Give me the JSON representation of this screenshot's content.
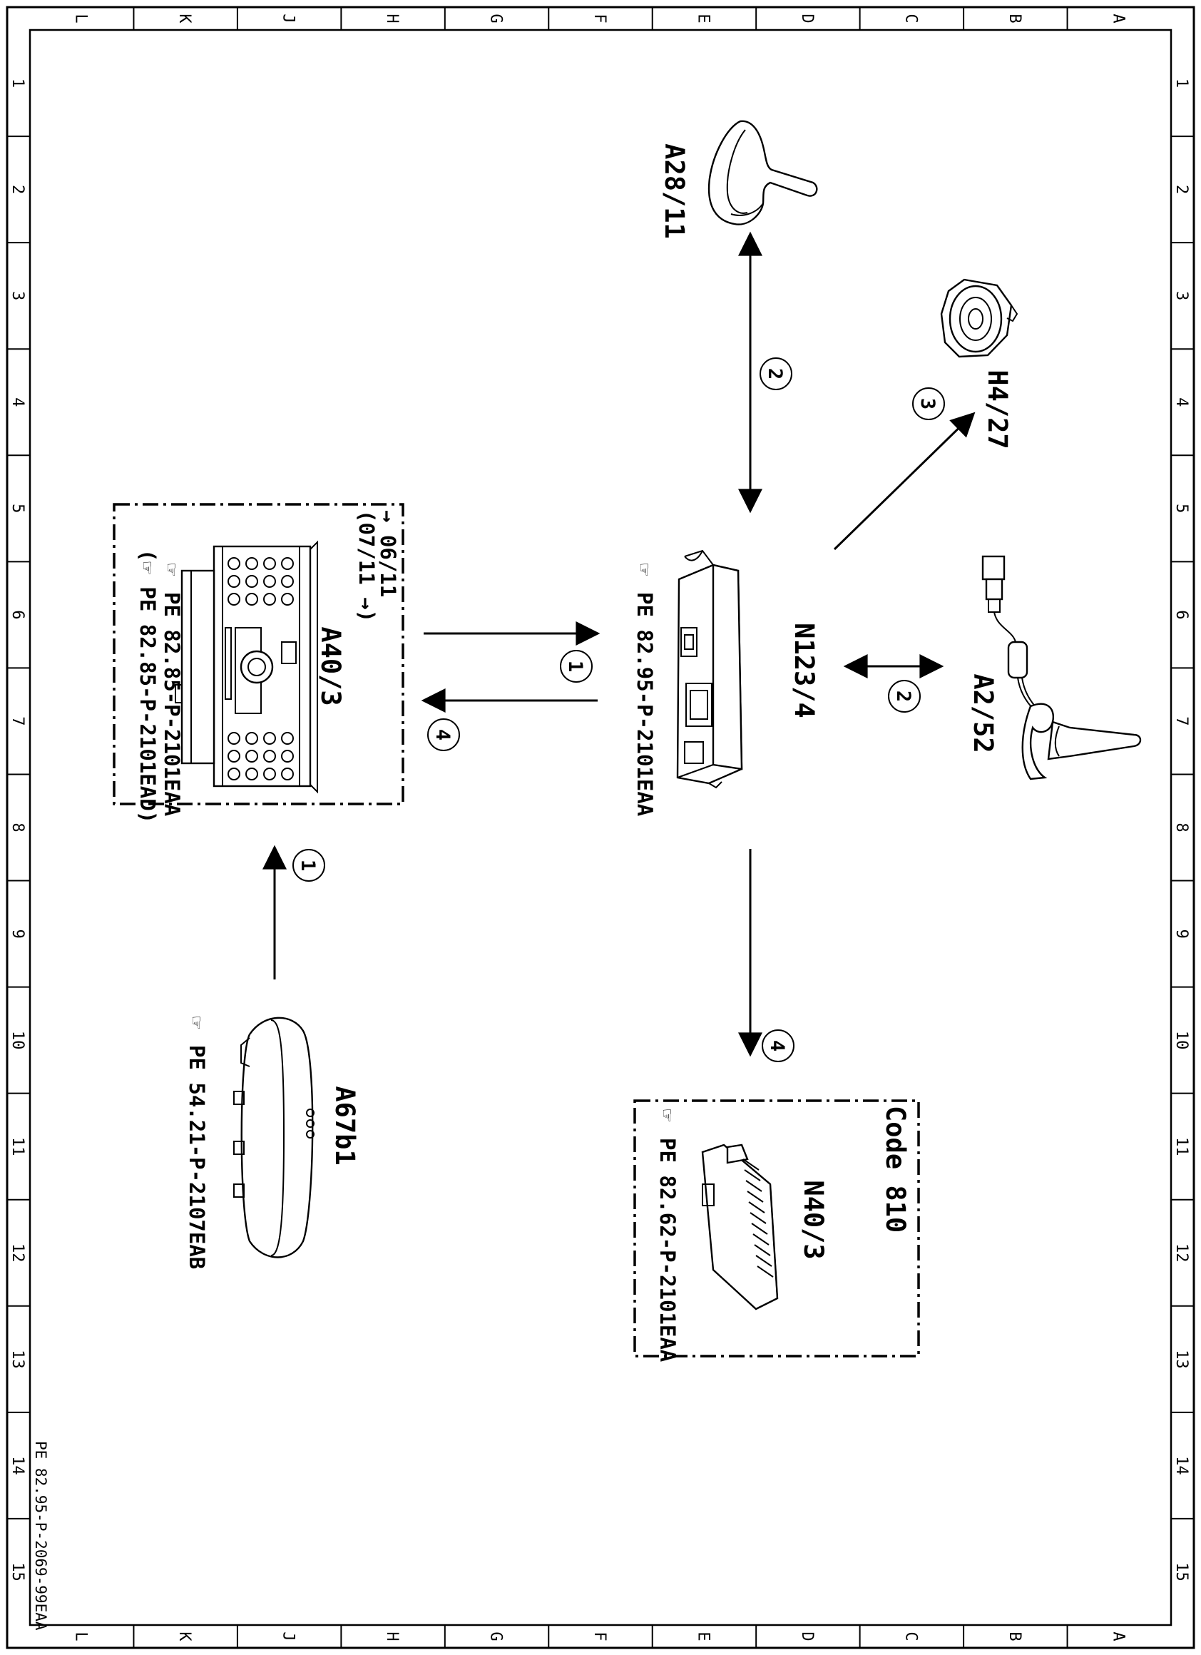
{
  "grid": {
    "columns": [
      "L",
      "K",
      "J",
      "H",
      "G",
      "F",
      "E",
      "D",
      "C",
      "B",
      "A"
    ],
    "rows": [
      "1",
      "2",
      "3",
      "4",
      "5",
      "6",
      "7",
      "8",
      "9",
      "10",
      "11",
      "12",
      "13",
      "14",
      "15"
    ]
  },
  "components": {
    "a28_11": {
      "label": "A28/11"
    },
    "h4_27": {
      "label": "H4/27"
    },
    "a2_52": {
      "label": "A2/52"
    },
    "n123_4": {
      "label": "N123/4",
      "ref": "PE 82.95-P-2101EAA"
    },
    "a40_3": {
      "label": "A40/3",
      "note1": "→ 06/11",
      "note2": "(07/11 →)",
      "ref1": "PE 82.85-P-2101EAA",
      "ref2": "(☞ PE 82.85-P-2101EAD)"
    },
    "a67b1": {
      "label": "A67b1",
      "ref": "PE 54.21-P-2107EAB"
    },
    "n40_3": {
      "label": "N40/3",
      "code": "Code 810",
      "ref": "PE 82.62-P-2101EAA"
    }
  },
  "connections": [
    {
      "id": "c1",
      "number": "2"
    },
    {
      "id": "c2",
      "number": "3"
    },
    {
      "id": "c3",
      "number": "2"
    },
    {
      "id": "c4",
      "number": "1"
    },
    {
      "id": "c5",
      "number": "4"
    },
    {
      "id": "c6",
      "number": "1"
    },
    {
      "id": "c7",
      "number": "4"
    }
  ],
  "footer": {
    "doc_id": "PE 82.95-P-2069-99EAA"
  }
}
